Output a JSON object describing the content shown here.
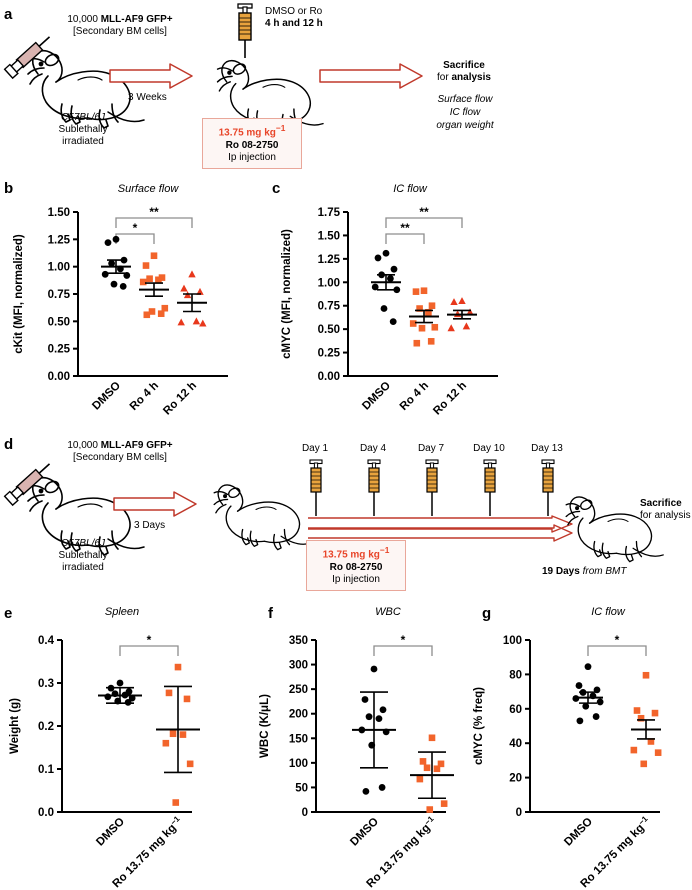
{
  "figure": {
    "panels": [
      "a",
      "b",
      "c",
      "d",
      "e",
      "f",
      "g"
    ]
  },
  "schematic_a": {
    "letter": "a",
    "cell_count_line1_plain": "10,000 ",
    "cell_count_line1_bold": "MLL-AF9 GFP+",
    "cell_count_line2": "[Secondary BM cells]",
    "mouse1_strain": "C57BL/6J",
    "mouse1_cond_line1": "Sublethally",
    "mouse1_cond_line2": "irradiated",
    "arrow_label": "3 Weeks",
    "treatment_line1": "DMSO or Ro",
    "treatment_line2": "4 h and 12 h",
    "dose_line1": "13.75 mg kg",
    "dose_sup": "−1",
    "dose_line2": "Ro 08-2750",
    "dose_line3": "Ip injection",
    "endpoint_bold": "Sacrifice",
    "endpoint_plain": "for ",
    "endpoint_bold2": "analysis",
    "readout_line1": "Surface flow",
    "readout_line2": "IC flow",
    "readout_line3": "organ weight"
  },
  "schematic_d": {
    "letter": "d",
    "cell_count_line1_plain": "10,000 ",
    "cell_count_line1_bold": "MLL-AF9 GFP+",
    "cell_count_line2": "[Secondary BM cells]",
    "mouse1_strain": "C57BL/6J",
    "mouse1_cond_line1": "Sublethally",
    "mouse1_cond_line2": "irradiated",
    "arrow_label": "3 Days",
    "day_labels": [
      "Day 1",
      "Day 4",
      "Day 7",
      "Day 10",
      "Day 13"
    ],
    "dose_line1": "13.75 mg kg",
    "dose_sup": "−1",
    "dose_line2": "Ro 08-2750",
    "dose_line3": "Ip injection",
    "endpoint_bold": "Sacrifice",
    "endpoint_plain": "for analysis",
    "bmt_bold": "19 Days",
    "bmt_italic": " from BMT"
  },
  "chart_data": [
    {
      "panel": "b",
      "type": "scatter",
      "title": "Surface flow",
      "xlabel": "",
      "ylabel": "cKit (MFI, normalized)",
      "ylim": [
        0.0,
        1.5
      ],
      "yticks": [
        "0.00",
        "0.25",
        "0.50",
        "0.75",
        "1.00",
        "1.25",
        "1.50"
      ],
      "ytick_values": [
        0.0,
        0.25,
        0.5,
        0.75,
        1.0,
        1.25,
        1.5
      ],
      "categories": [
        "DMSO",
        "Ro 4 h",
        "Ro 12 h"
      ],
      "error_type": "SEM",
      "groups": [
        {
          "name": "DMSO",
          "marker": "circle",
          "color": "#000000",
          "mean": 1.0,
          "err": 0.06,
          "values": [
            1.25,
            1.22,
            1.06,
            1.03,
            0.98,
            0.93,
            0.92,
            0.84,
            0.82
          ]
        },
        {
          "name": "Ro 4 h",
          "marker": "square",
          "color": "#F2642B",
          "mean": 0.79,
          "err": 0.06,
          "values": [
            1.1,
            1.01,
            0.9,
            0.89,
            0.88,
            0.86,
            0.62,
            0.59,
            0.57,
            0.56
          ]
        },
        {
          "name": "Ro 12 h",
          "marker": "triangle",
          "color": "#E8381C",
          "mean": 0.67,
          "err": 0.08,
          "values": [
            0.93,
            0.8,
            0.77,
            0.74,
            0.5,
            0.49,
            0.48
          ]
        }
      ],
      "annotations": [
        {
          "from": "DMSO",
          "to": "Ro 4 h",
          "label": "*"
        },
        {
          "from": "DMSO",
          "to": "Ro 12 h",
          "label": "**"
        }
      ]
    },
    {
      "panel": "c",
      "type": "scatter",
      "title": "IC flow",
      "xlabel": "",
      "ylabel": "cMYC (MFI, normalized)",
      "ylim": [
        0.0,
        1.75
      ],
      "yticks": [
        "0.00",
        "0.25",
        "0.50",
        "0.75",
        "1.00",
        "1.25",
        "1.50",
        "1.75"
      ],
      "ytick_values": [
        0.0,
        0.25,
        0.5,
        0.75,
        1.0,
        1.25,
        1.5,
        1.75
      ],
      "categories": [
        "DMSO",
        "Ro 4 h",
        "Ro 12 h"
      ],
      "error_type": "SEM",
      "groups": [
        {
          "name": "DMSO",
          "marker": "circle",
          "color": "#000000",
          "mean": 1.0,
          "err": 0.08,
          "values": [
            1.31,
            1.26,
            1.14,
            1.08,
            1.04,
            0.95,
            0.92,
            0.72,
            0.58
          ]
        },
        {
          "name": "Ro 4 h",
          "marker": "square",
          "color": "#F2642B",
          "mean": 0.635,
          "err": 0.065,
          "values": [
            0.91,
            0.9,
            0.75,
            0.72,
            0.68,
            0.56,
            0.52,
            0.51,
            0.37,
            0.35
          ]
        },
        {
          "name": "Ro 12 h",
          "marker": "triangle",
          "color": "#E8381C",
          "mean": 0.655,
          "err": 0.045,
          "values": [
            0.8,
            0.79,
            0.68,
            0.66,
            0.53,
            0.51
          ]
        }
      ],
      "annotations": [
        {
          "from": "DMSO",
          "to": "Ro 4 h",
          "label": "**"
        },
        {
          "from": "DMSO",
          "to": "Ro 12 h",
          "label": "**"
        }
      ]
    },
    {
      "panel": "e",
      "type": "scatter",
      "title": "Spleen",
      "xlabel": "",
      "ylabel": "Weight (g)",
      "ylim": [
        0.0,
        0.4
      ],
      "yticks": [
        "0.0",
        "0.1",
        "0.2",
        "0.3",
        "0.4"
      ],
      "ytick_values": [
        0.0,
        0.1,
        0.2,
        0.3,
        0.4
      ],
      "categories": [
        "DMSO",
        "Ro 13.75 mg kg−1"
      ],
      "error_type": "SD",
      "groups": [
        {
          "name": "DMSO",
          "marker": "circle",
          "color": "#000000",
          "mean": 0.271,
          "err": 0.018,
          "values": [
            0.3,
            0.288,
            0.28,
            0.275,
            0.272,
            0.268,
            0.265,
            0.258,
            0.255
          ]
        },
        {
          "name": "Ro 13.75 mg kg−1",
          "marker": "square",
          "color": "#F2642B",
          "mean": 0.192,
          "err": 0.1,
          "values": [
            0.337,
            0.277,
            0.263,
            0.182,
            0.18,
            0.16,
            0.112,
            0.022
          ]
        }
      ],
      "annotations": [
        {
          "from": "DMSO",
          "to": "Ro 13.75 mg kg−1",
          "label": "*"
        }
      ]
    },
    {
      "panel": "f",
      "type": "scatter",
      "title": "WBC",
      "xlabel": "",
      "ylabel": "WBC (K/μL)",
      "ylim": [
        0,
        350
      ],
      "yticks": [
        "0",
        "50",
        "100",
        "150",
        "200",
        "250",
        "300",
        "350"
      ],
      "ytick_values": [
        0,
        50,
        100,
        150,
        200,
        250,
        300,
        350
      ],
      "categories": [
        "DMSO",
        "Ro 13.75 mg kg−1"
      ],
      "error_type": "SD",
      "groups": [
        {
          "name": "DMSO",
          "marker": "circle",
          "color": "#000000",
          "mean": 167,
          "err": 77,
          "values": [
            291,
            229,
            208,
            194,
            190,
            167,
            163,
            136,
            50,
            42
          ]
        },
        {
          "name": "Ro 13.75 mg kg−1",
          "marker": "square",
          "color": "#F2642B",
          "mean": 75,
          "err": 47,
          "values": [
            151,
            103,
            98,
            90,
            88,
            67,
            17,
            5
          ]
        }
      ],
      "annotations": [
        {
          "from": "DMSO",
          "to": "Ro 13.75 mg kg−1",
          "label": "*"
        }
      ]
    },
    {
      "panel": "g",
      "type": "scatter",
      "title": "IC flow",
      "xlabel": "",
      "ylabel": "cMYC (% freq)",
      "ylim": [
        0,
        100
      ],
      "yticks": [
        "0",
        "20",
        "40",
        "60",
        "80",
        "100"
      ],
      "ytick_values": [
        0,
        20,
        40,
        60,
        80,
        100
      ],
      "categories": [
        "DMSO",
        "Ro 13.75 mg kg−1"
      ],
      "error_type": "SEM",
      "groups": [
        {
          "name": "DMSO",
          "marker": "circle",
          "color": "#000000",
          "mean": 66.5,
          "err": 3.2,
          "values": [
            84.5,
            73.5,
            71.0,
            69.5,
            67.5,
            66.0,
            64.0,
            61.5,
            55.5,
            53.0
          ]
        },
        {
          "name": "Ro 13.75 mg kg−1",
          "marker": "square",
          "color": "#F2642B",
          "mean": 48.0,
          "err": 5.5,
          "values": [
            79.5,
            59.0,
            57.5,
            54.5,
            41.0,
            36.0,
            34.5,
            28.0
          ]
        }
      ],
      "annotations": [
        {
          "from": "DMSO",
          "to": "Ro 13.75 mg kg−1",
          "label": "*"
        }
      ]
    }
  ],
  "colors": {
    "orange_square": "#F2642B",
    "red_triangle": "#E8381C",
    "black_circle": "#000000",
    "arrow_red": "#C0392B",
    "dose_text_red": "#E8462A",
    "bracket_gray": "#8D8D8D"
  }
}
